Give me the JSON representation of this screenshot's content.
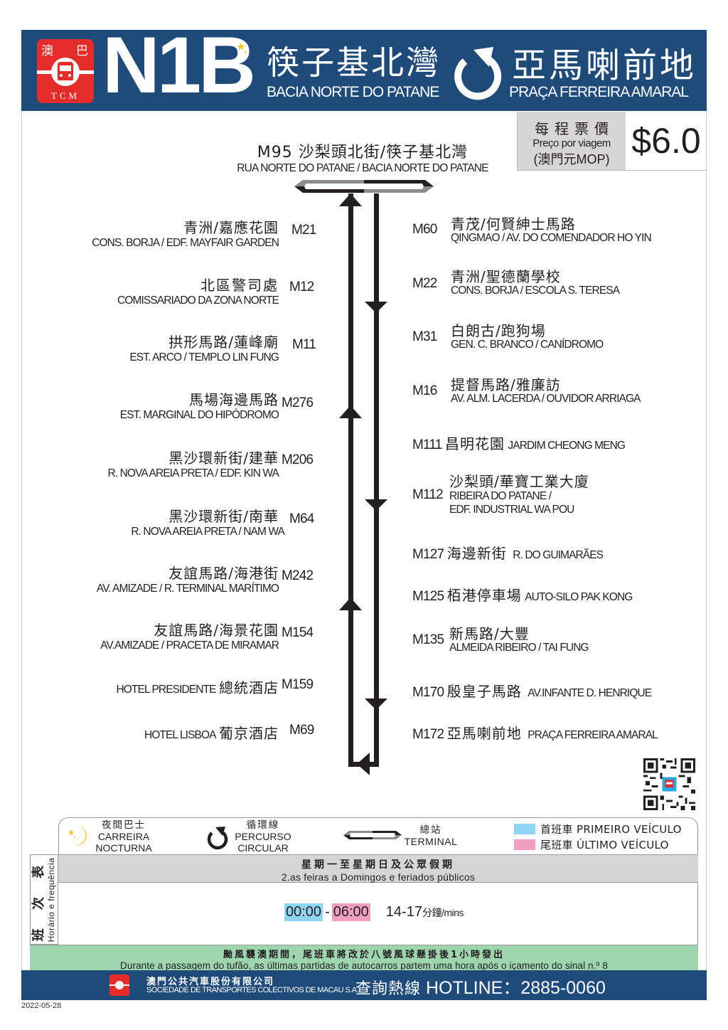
{
  "header": {
    "logo": {
      "top_left": "澳",
      "top_right": "巴",
      "bottom": "TCM"
    },
    "route_number": "N1B",
    "night_icon": "moon-star-icon",
    "origin_zh": "筷子基北灣",
    "origin_pt": "BACIA NORTE DO PATANE",
    "loop_icon": "circular-arrow-icon",
    "destination_zh": "亞馬喇前地",
    "destination_pt": "PRAÇA FERREIRA AMARAL"
  },
  "fare": {
    "label_zh": "每程票價",
    "label_pt": "Preço por viagem",
    "unit": "(澳門元MOP)",
    "value": "$6.0"
  },
  "terminal_stop": {
    "zh": "M95 沙梨頭北街/筷子基北灣",
    "pt": "RUA NORTE DO PATANE / BACIA NORTE DO PATANE"
  },
  "stops_left": [
    {
      "code": "M21",
      "zh": "青洲/嘉應花園",
      "pt": "CONS. BORJA / EDF. MAYFAIR GARDEN"
    },
    {
      "code": "M12",
      "zh": "北區警司處",
      "pt": "COMISSARIADO DA ZONA NORTE"
    },
    {
      "code": "M11",
      "zh": "拱形馬路/蓮峰廟",
      "pt": "EST. ARCO / TEMPLO LIN FUNG"
    },
    {
      "code": "M276",
      "zh": "馬場海邊馬路",
      "pt": "EST. MARGINAL DO HIPÓDROMO"
    },
    {
      "code": "M206",
      "zh": "黑沙環新街/建華",
      "pt": "R. NOVA AREIA PRETA / EDF. KIN WA"
    },
    {
      "code": "M64",
      "zh": "黑沙環新街/南華",
      "pt": "R. NOVA AREIA PRETA / NAM WA"
    },
    {
      "code": "M242",
      "zh": "友誼馬路/海港街",
      "pt": "AV. AMIZADE / R. TERMINAL MARÍTIMO"
    },
    {
      "code": "M154",
      "zh": "友誼馬路/海景花園",
      "pt": "AV.AMIZADE / PRACETA DE MIRAMAR"
    },
    {
      "code": "M159",
      "zh": "總統酒店",
      "pt": "HOTEL PRESIDENTE"
    },
    {
      "code": "M69",
      "zh": "葡京酒店",
      "pt": "HOTEL LISBOA"
    }
  ],
  "stops_right": [
    {
      "code": "M60",
      "zh": "青茂/何賢紳士馬路",
      "pt": "QINGMAO / AV. DO COMENDADOR HO YIN"
    },
    {
      "code": "M22",
      "zh": "青洲/聖德蘭學校",
      "pt": "CONS. BORJA / ESCOLA S. TERESA"
    },
    {
      "code": "M31",
      "zh": "白朗古/跑狗場",
      "pt": "GEN. C. BRANCO / CANÍDROMO"
    },
    {
      "code": "M16",
      "zh": "提督馬路/雅廉訪",
      "pt": "AV. ALM. LACERDA / OUVIDOR ARRIAGA"
    },
    {
      "code": "M111",
      "zh": "昌明花園",
      "pt": "JARDIM CHEONG MENG"
    },
    {
      "code": "M112",
      "zh": "沙梨頭/華寶工業大廈",
      "pt": "RIBEIRA DO PATANE /",
      "pt2": "EDF. INDUSTRIAL WA POU"
    },
    {
      "code": "M127",
      "zh": "海邊新街",
      "pt": "R. DO GUIMARÃES"
    },
    {
      "code": "M125",
      "zh": "栢港停車場",
      "pt": "AUTO-SILO PAK KONG"
    },
    {
      "code": "M135",
      "zh": "新馬路/大豐",
      "pt": "ALMEIDA RIBEIRO / TAI FUNG"
    },
    {
      "code": "M170",
      "zh": "殷皇子馬路",
      "pt": "AV.INFANTE D. HENRIQUE"
    },
    {
      "code": "M172",
      "zh": "亞馬喇前地",
      "pt": "PRAÇA FERREIRA AMARAL"
    }
  ],
  "qr": {
    "icon": "qr-code-icon"
  },
  "legend": {
    "night": {
      "zh": "夜間巴士",
      "pt1": "CARREIRA",
      "pt2": "NOCTURNA"
    },
    "circular": {
      "zh": "循環線",
      "pt1": "PERCURSO",
      "pt2": "CIRCULAR"
    },
    "terminal": {
      "zh": "總站",
      "pt": "TERMINAL"
    },
    "first": {
      "label": "首班車 PRIMEIRO VEÍCULO",
      "color": "#8fd4f2"
    },
    "last": {
      "label": "尾班車 ÚLTIMO VEÍCULO",
      "color": "#f29ec1"
    }
  },
  "timetable": {
    "side_zh": "班 次 表",
    "side_pt": "Horário e frequência",
    "days_zh": "星期一至星期日及公眾假期",
    "days_pt": "2.as feiras a Domingos e feriados públicos",
    "first_time": "00:00",
    "dash": "-",
    "last_time": "06:00",
    "frequency": "14-17",
    "frequency_unit": "分鐘/mins"
  },
  "notice": {
    "zh": "颱風襲澳期間，尾班車將改於八號風球懸掛後1小時發出",
    "pt": "Durante a passagem do tufão, as últimas partidas de autocarros partem uma hora após o içamento do sinal n.º 8"
  },
  "footer": {
    "company_zh": "澳門公共汽車股份有限公司",
    "company_pt": "SOCIEDADE DE TRANSPORTES COLECTIVOS DE MACAU S.A.",
    "hotline_zh": "查詢熱線",
    "hotline_label": "HOTLINE：",
    "hotline_number": "2885-0060"
  },
  "date": "2022-05-28",
  "colors": {
    "brand_blue": "#1f4b7a",
    "brand_red": "#e42c2a",
    "first_bus": "#8fd4f2",
    "last_bus": "#f29ec1",
    "notice_green": "#9dd6ae",
    "grey_panel": "#d6d6d6"
  }
}
